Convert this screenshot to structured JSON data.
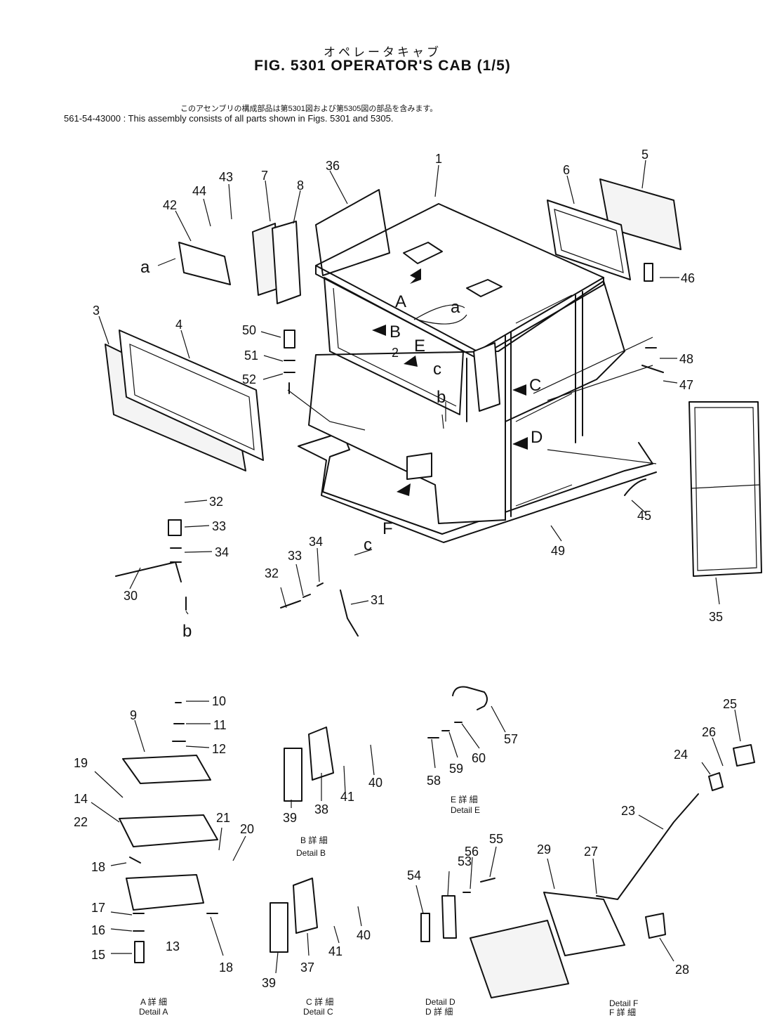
{
  "header": {
    "title_jp": "オペレータキャブ",
    "title": "FIG. 5301   OPERATOR'S CAB (1/5)",
    "note_jp": "このアセンブリの構成部品は第5301図および第5305図の部品を含みます。",
    "note": "561-54-43000  : This assembly consists of all parts shown in Figs. 5301 and 5305."
  },
  "part_numbers": {
    "p1": "1",
    "p2": "2",
    "p3": "3",
    "p4": "4",
    "p5": "5",
    "p6": "6",
    "p7": "7",
    "p8": "8",
    "p9": "9",
    "p10": "10",
    "p11": "11",
    "p12": "12",
    "p13": "13",
    "p14": "14",
    "p15": "15",
    "p16": "16",
    "p17": "17",
    "p18a": "18",
    "p18b": "18",
    "p19": "19",
    "p20": "20",
    "p21": "21",
    "p22": "22",
    "p23": "23",
    "p24": "24",
    "p25": "25",
    "p26": "26",
    "p27": "27",
    "p28": "28",
    "p29": "29",
    "p30": "30",
    "p31": "31",
    "p32a": "32",
    "p32b": "32",
    "p33a": "33",
    "p33b": "33",
    "p34a": "34",
    "p34b": "34",
    "p35": "35",
    "p36": "36",
    "p37": "37",
    "p38": "38",
    "p39a": "39",
    "p39b": "39",
    "p40a": "40",
    "p40b": "40",
    "p41a": "41",
    "p41b": "41",
    "p42": "42",
    "p43": "43",
    "p44": "44",
    "p45": "45",
    "p46": "46",
    "p47": "47",
    "p48": "48",
    "p49": "49",
    "p50": "50",
    "p51": "51",
    "p52": "52",
    "p53": "53",
    "p54": "54",
    "p55": "55",
    "p56": "56",
    "p57": "57",
    "p58": "58",
    "p59": "59",
    "p60": "60"
  },
  "view_letters": {
    "A": "A",
    "B": "B",
    "C": "C",
    "D": "D",
    "E": "E",
    "F": "F",
    "a1": "a",
    "a2": "a",
    "b1": "b",
    "b2": "b",
    "c1": "c",
    "c2": "c"
  },
  "details": {
    "A_jp": "A 詳 細",
    "A": "Detail A",
    "B_jp": "B 詳 細",
    "B": "Detail B",
    "C_jp": "C 詳 細",
    "C": "Detail C",
    "D": "Detail D",
    "D_jp": "D 詳 細",
    "E_jp": "E 詳 細",
    "E": "Detail E",
    "F": "Detail F",
    "F_jp": "F 詳 細"
  }
}
